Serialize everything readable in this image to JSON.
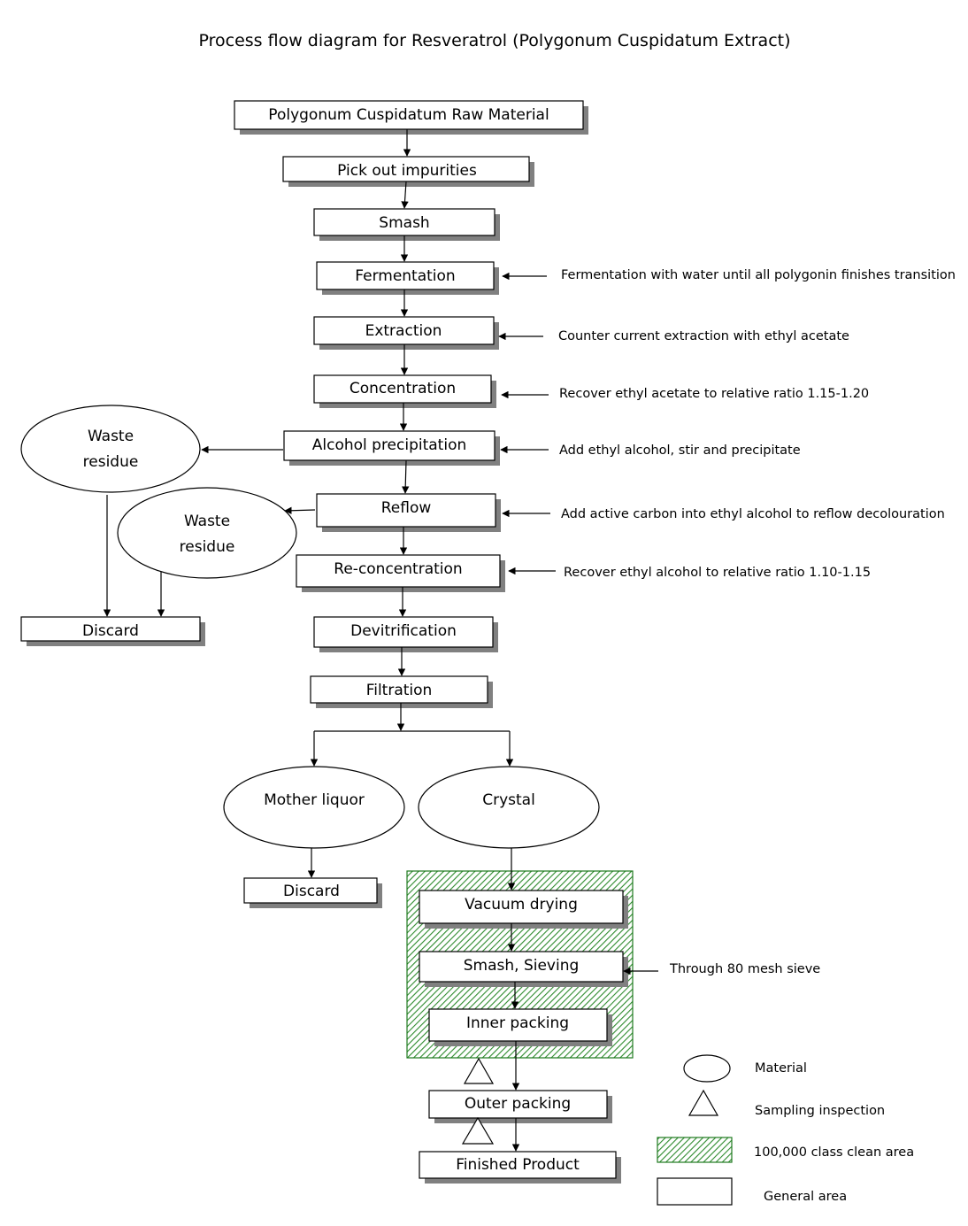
{
  "title": "Process flow diagram for Resveratrol (Polygonum Cuspidatum Extract)",
  "steps": {
    "raw_material": "Polygonum Cuspidatum Raw Material",
    "pick_out": "Pick out impurities",
    "smash": "Smash",
    "fermentation": "Fermentation",
    "extraction": "Extraction",
    "concentration": "Concentration",
    "alcohol_precipitation": "Alcohol precipitation",
    "reflow": "Reflow",
    "re_concentration": "Re-concentration",
    "devitrification": "Devitrification",
    "filtration": "Filtration",
    "discard_left": "Discard",
    "discard_mother": "Discard",
    "vacuum_drying": "Vacuum drying",
    "smash_sieving": "Smash, Sieving",
    "inner_packing": "Inner packing",
    "outer_packing": "Outer packing",
    "finished_product": "Finished Product"
  },
  "materials": {
    "waste_residue_1_line1": "Waste",
    "waste_residue_1_line2": "residue",
    "waste_residue_2_line1": "Waste",
    "waste_residue_2_line2": "residue",
    "mother_liquor": "Mother liquor",
    "crystal": "Crystal"
  },
  "notes": {
    "fermentation": "Fermentation with water until all polygonin finishes transition",
    "extraction": "Counter current extraction with ethyl acetate",
    "concentration": "Recover ethyl acetate to relative ratio 1.15-1.20",
    "alcohol_precipitation": "Add ethyl alcohol, stir and precipitate",
    "reflow": "Add active carbon into ethyl alcohol to reflow decolouration",
    "re_concentration": "Recover ethyl alcohol to relative ratio 1.10-1.15",
    "smash_sieving": "Through 80 mesh sieve"
  },
  "legend": {
    "material": "Material",
    "sampling": "Sampling inspection",
    "clean_area": "100,000 class clean area",
    "general_area": "General area"
  },
  "colors": {
    "clean_area_hatch": "#2e8b2e",
    "clean_area_border": "#1f7a1f",
    "shadow": "#808080"
  }
}
